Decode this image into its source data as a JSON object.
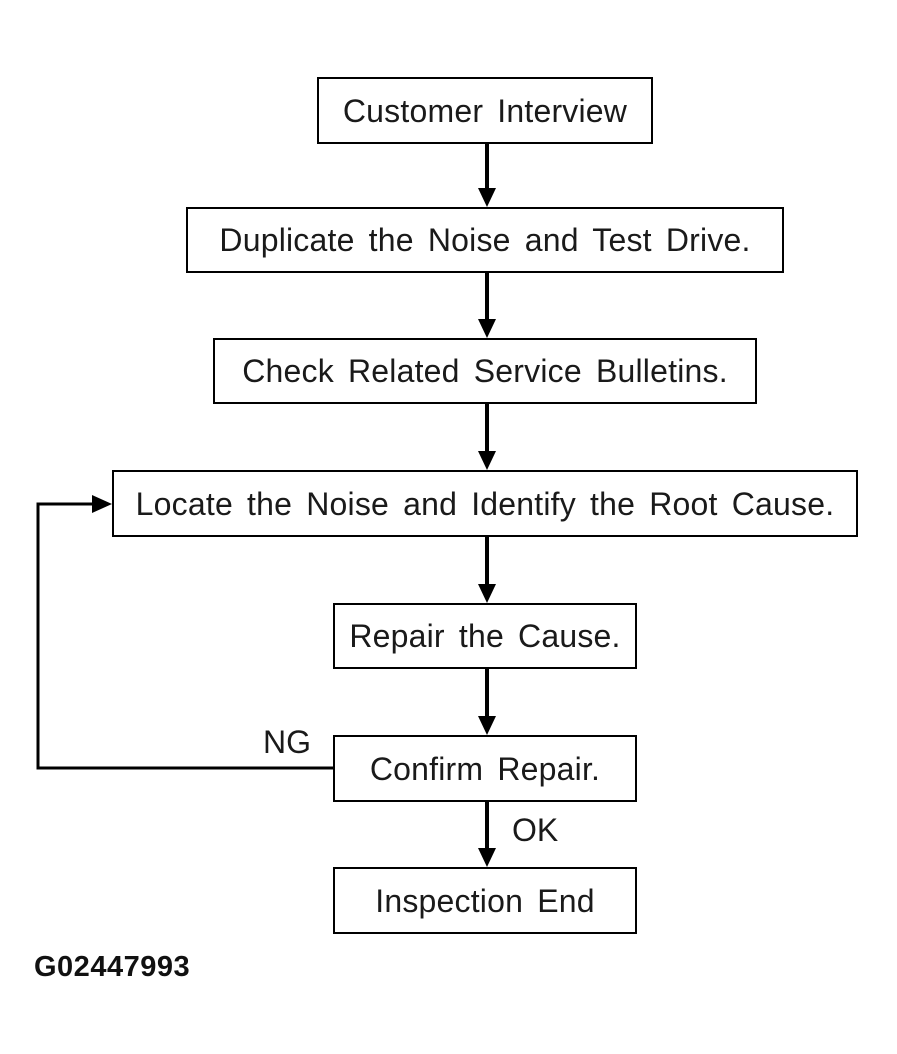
{
  "figure_id": "G02447993",
  "colors": {
    "background": "#ffffff",
    "line": "#000000",
    "text": "#1a1a1a"
  },
  "labels": {
    "ng": "NG",
    "ok": "OK"
  },
  "nodes": [
    {
      "id": "customer-interview",
      "label": "Customer Interview"
    },
    {
      "id": "duplicate-noise-test-drive",
      "label": "Duplicate the Noise and Test Drive."
    },
    {
      "id": "check-service-bulletins",
      "label": "Check Related Service Bulletins."
    },
    {
      "id": "locate-noise-root-cause",
      "label": "Locate the Noise and Identify the Root Cause."
    },
    {
      "id": "repair-cause",
      "label": "Repair the Cause."
    },
    {
      "id": "confirm-repair",
      "label": "Confirm Repair."
    },
    {
      "id": "inspection-end",
      "label": "Inspection End"
    }
  ],
  "edges": [
    {
      "from": "customer-interview",
      "to": "duplicate-noise-test-drive",
      "label": ""
    },
    {
      "from": "duplicate-noise-test-drive",
      "to": "check-service-bulletins",
      "label": ""
    },
    {
      "from": "check-service-bulletins",
      "to": "locate-noise-root-cause",
      "label": ""
    },
    {
      "from": "locate-noise-root-cause",
      "to": "repair-cause",
      "label": ""
    },
    {
      "from": "repair-cause",
      "to": "confirm-repair",
      "label": ""
    },
    {
      "from": "confirm-repair",
      "to": "inspection-end",
      "label": "OK"
    },
    {
      "from": "confirm-repair",
      "to": "locate-noise-root-cause",
      "label": "NG"
    }
  ]
}
